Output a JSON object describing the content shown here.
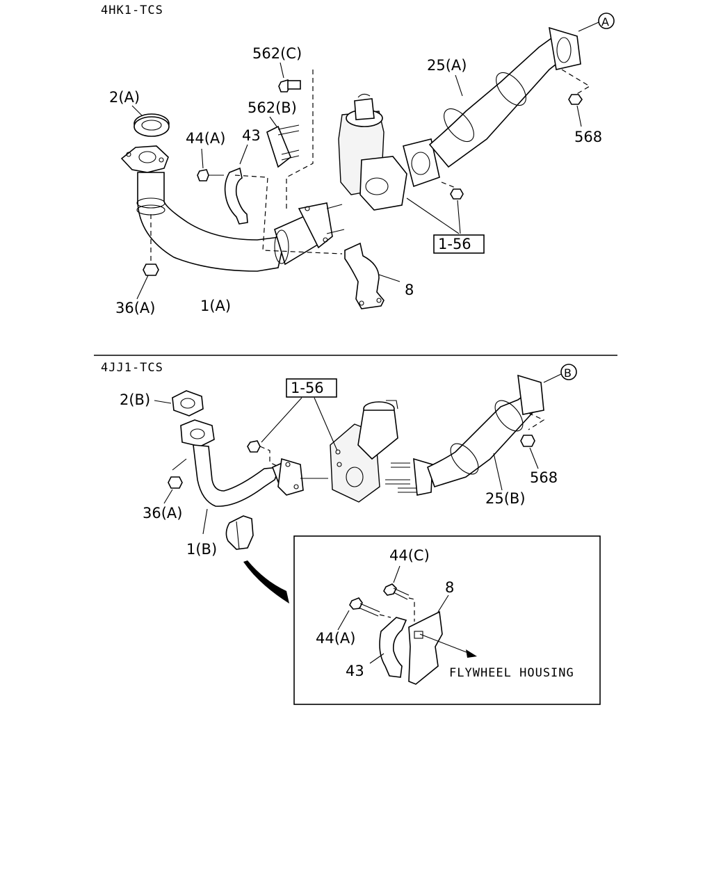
{
  "sections": {
    "top": {
      "header": "4HK1-TCS",
      "callouts": [
        "2(A)",
        "44(A)",
        "43",
        "562(C)",
        "562(B)",
        "25(A)",
        "568",
        "36(A)",
        "1(A)",
        "8"
      ],
      "ref_box": "1-56",
      "connector": "A"
    },
    "bottom": {
      "header": "4JJ1-TCS",
      "callouts": [
        "2(B)",
        "36(A)",
        "1(B)",
        "568",
        "25(B)"
      ],
      "ref_box": "1-56",
      "connector": "B",
      "detail": {
        "callouts": [
          "44(C)",
          "8",
          "44(A)",
          "43"
        ],
        "note": "FLYWHEEL HOUSING"
      }
    }
  }
}
